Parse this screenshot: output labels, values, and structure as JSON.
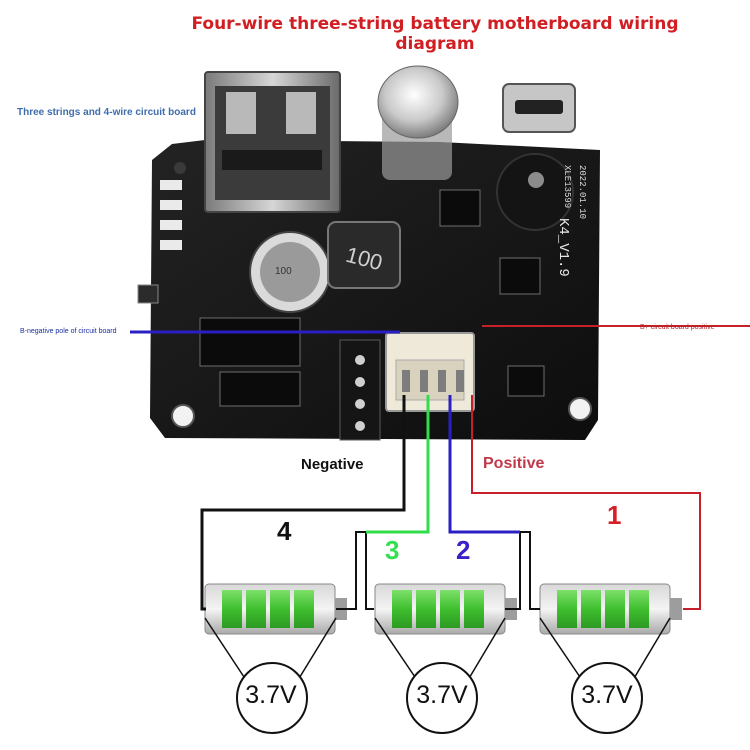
{
  "title": "Four-wire three-string battery motherboard wiring diagram",
  "board_note": "Three strings and 4-wire circuit board",
  "neg_note": "B-negative pole of circuit board",
  "pos_note": "B+ circuit board positive",
  "board": {
    "inductor": "100",
    "version": "K4_V1.9",
    "date": "2022.01.10",
    "code": "XLE13599"
  },
  "labels": {
    "negative": "Negative",
    "positive": "Positive"
  },
  "wires": [
    {
      "number": "1",
      "color": "#c8202a"
    },
    {
      "number": "2",
      "color": "#2a1fc0"
    },
    {
      "number": "3",
      "color": "#30dd4a"
    },
    {
      "number": "4",
      "color": "#111111"
    }
  ],
  "batteries": [
    {
      "voltage": "3.7V"
    },
    {
      "voltage": "3.7V"
    },
    {
      "voltage": "3.7V"
    }
  ]
}
